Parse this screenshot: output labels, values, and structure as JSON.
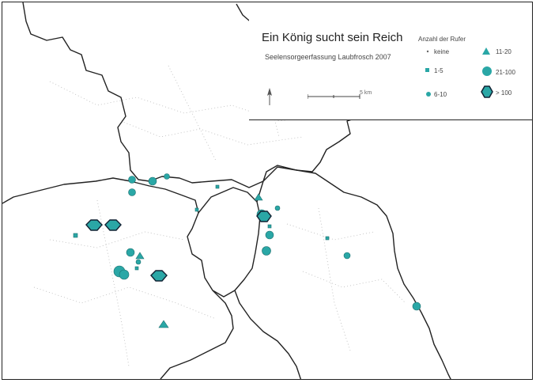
{
  "map": {
    "title": "Ein König sucht sein Reich",
    "subtitle": "Seelensorgeerfassung Laubfrosch 2007",
    "marker_color": "#2aa7a6",
    "boundary_color": "#222222"
  },
  "legend": {
    "heading": "Anzahl der Rufer",
    "items": [
      {
        "label": "keine",
        "symbol": "small-dot-icon"
      },
      {
        "label": "1-5",
        "symbol": "square-icon"
      },
      {
        "label": "6-10",
        "symbol": "small-circle-icon"
      },
      {
        "label": "11-20",
        "symbol": "triangle-icon"
      },
      {
        "label": "21-100",
        "symbol": "circle-icon"
      },
      {
        "label": "> 100",
        "symbol": "hexagon-icon"
      }
    ]
  },
  "scalebar": {
    "label": "5 km"
  }
}
